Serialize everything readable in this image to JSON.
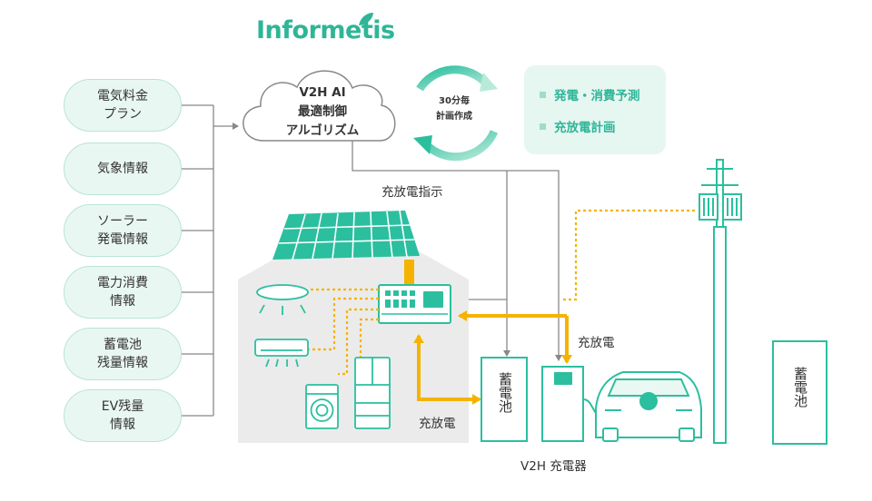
{
  "logo": {
    "text": "Informetis"
  },
  "inputs": [
    {
      "label": "電気料金\nプラン"
    },
    {
      "label": "気象情報"
    },
    {
      "label": "ソーラー\n発電情報"
    },
    {
      "label": "電力消費\n情報"
    },
    {
      "label": "蓄電池\n残量情報"
    },
    {
      "label": "EV残量\n情報"
    }
  ],
  "ai": {
    "label": "V2H AI\n最適制御\nアルゴリズム"
  },
  "cycle": {
    "label": "30分毎\n計画作成"
  },
  "outputs": [
    {
      "label": "発電・消費予測"
    },
    {
      "label": "充放電計画"
    }
  ],
  "labels": {
    "instruction": "充放電指示",
    "charge_discharge_ev": "充放電",
    "charge_discharge_battery": "充放電",
    "v2h_charger": "V2H 充電器",
    "battery_home": "蓄電池",
    "battery_grid": "蓄電池"
  },
  "colors": {
    "brand_green": "#2fb597",
    "line_green": "#2bbf9f",
    "flow_orange": "#f5b300",
    "house_gray": "#ebebeb",
    "connector_gray": "#888888"
  }
}
